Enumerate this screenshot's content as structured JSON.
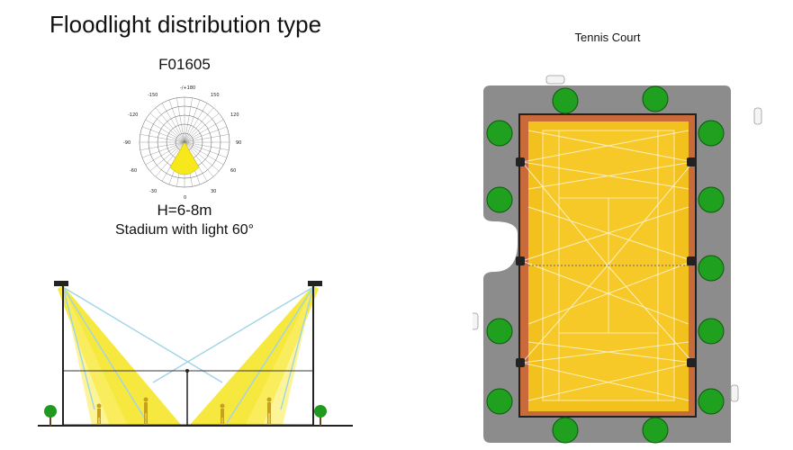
{
  "title": "Floodlight distribution type",
  "model": "F01605",
  "height": "H=6-8m",
  "caption": "Stadium with light 60°",
  "court_label": "Tennis Court",
  "polar": {
    "labels": [
      "-/+180",
      "150",
      "-150",
      "120",
      "-120",
      "90",
      "-90",
      "60",
      "-60",
      "30",
      "-30",
      "0"
    ],
    "beam_angle": 60,
    "beam_color": "#f6e81a"
  },
  "colors": {
    "beam": "#f7e72a",
    "court": "#f3c520",
    "court_border": "#c8643a",
    "asphalt": "#8a8a8a",
    "tree": "#1f9a1f",
    "light": "#222222"
  }
}
